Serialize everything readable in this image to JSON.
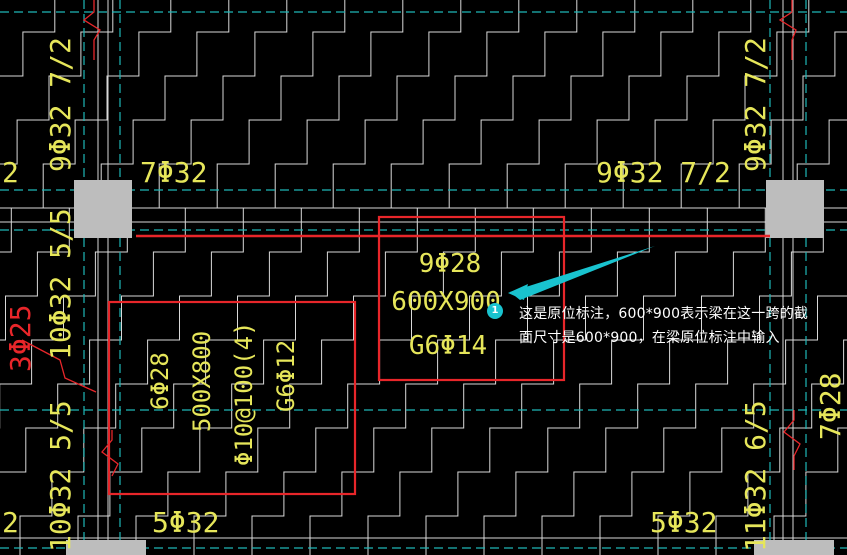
{
  "drawing": {
    "labels": {
      "left_cut": "2",
      "top_left_rebar": "7Φ32",
      "top_right_rebar": "9Φ32 7/2",
      "col_left_top": "9Φ32 7/2",
      "col_right_top": "9Φ32 7/2",
      "col_left_mid": "10Φ32 5/5",
      "col_left_red": "3Φ25",
      "col_left_bot": "10Φ32 5/5",
      "bottom_left_cut": "2",
      "bottom_left_rebar": "5Φ32",
      "bottom_right_rebar": "5Φ32",
      "col_right_bot": "11Φ32 6/5",
      "col_right_far": "7Φ28"
    },
    "beam_box_left": {
      "line1": "6Φ28",
      "line2": "500X800",
      "line3": "Φ10@100(4)",
      "line4": "G6Φ12"
    },
    "beam_box_center": {
      "line1": "9Φ28",
      "line2": "600X900",
      "line3": "G6Φ14"
    }
  },
  "annotation": {
    "badge_number": "1",
    "text_line1": "这是原位标注，600*900表示梁在这一跨的截",
    "text_line2": "面尺寸是600*900，在梁原位标注中输入"
  },
  "colors": {
    "background": "#000000",
    "grid_white": "#d9d9d9",
    "dashed_cyan": "#1fb7b7",
    "text_yellow": "#e6e65a",
    "highlight_red": "#e8262a",
    "column_gray": "#bdbdbd",
    "arrow_cyan": "#19c3cf"
  }
}
